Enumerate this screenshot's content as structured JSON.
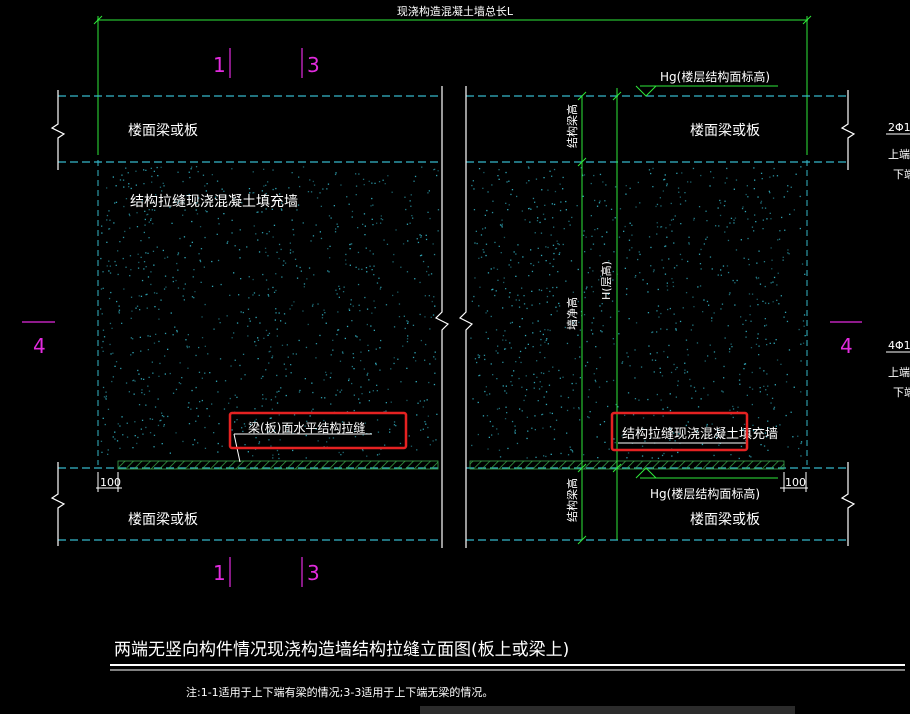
{
  "drawing": {
    "colors": {
      "background": "#000000",
      "dim_line": "#2ee83a",
      "slab_line": "#35b7c9",
      "fill_dots": "#35b7c9",
      "hatch": "#3aa64a",
      "section_mark": "#e22bde",
      "highlight_box": "#e52222",
      "text": "#ffffff"
    },
    "overall_dim_label": "现浇构造混凝土墙总长L",
    "section_labels": {
      "s1_top": "1",
      "s3_top": "3",
      "s1_bottom": "1",
      "s3_bottom": "3",
      "s4_left": "4",
      "s4_right": "4"
    },
    "left_panel": {
      "top_beam": "楼面梁或板",
      "bottom_beam": "楼面梁或板",
      "wall_label": "结构拉缝现浇混凝土填充墙",
      "seam_callout": "梁(板)面水平结构拉缝",
      "dim_100": "100"
    },
    "right_panel": {
      "top_beam": "楼面梁或板",
      "bottom_beam": "楼面梁或板",
      "hg_top": "Hg(楼层结构面标高)",
      "hg_bottom": "Hg(楼层结构面标高)",
      "beam_height_top": "结构梁高",
      "beam_height_bottom": "结构梁高",
      "wall_height": "H(层高)",
      "clear_height": "墙净高",
      "wall_callout": "结构拉缝现浇混凝土填充墙",
      "dim_100": "100"
    },
    "edge_notes": {
      "r1_line1": "2Φ1",
      "r1_line2": "上端",
      "r1_line3": "下端",
      "r2_line1": "4Φ1",
      "r2_line2": "上端",
      "r2_line3": "下端"
    },
    "title": "两端无竖向构件情况现浇构造墙结构拉缝立面图(板上或梁上)",
    "note": "注:1-1适用于上下端有梁的情况;3-3适用于上下端无梁的情况。"
  }
}
